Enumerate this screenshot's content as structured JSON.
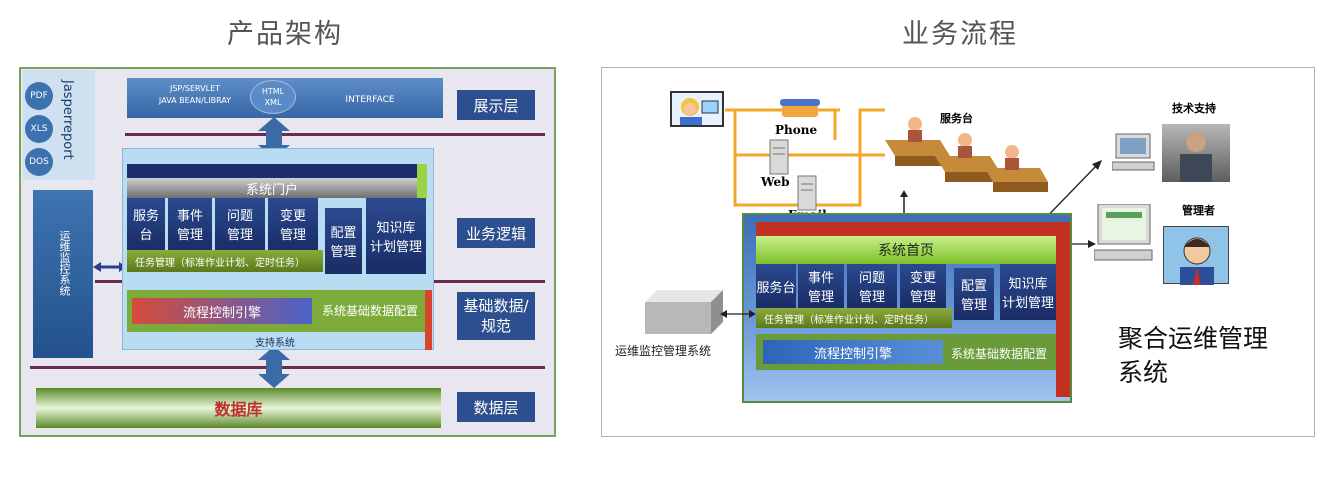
{
  "left": {
    "title": "产品架构",
    "jasper": {
      "label": "Jasperreport",
      "formats": [
        "PDF",
        "XLS",
        "DOS"
      ]
    },
    "ops_system": "运维监控系统",
    "interface": {
      "jsp": "JSP/SERVLET\nJAVA BEAN/LIBRAY",
      "html": "HTML\nXML",
      "label": "INTERFACE"
    },
    "portal": "系统门户",
    "modules": [
      "服务台",
      "事件\n管理",
      "问题\n管理",
      "变更\n管理"
    ],
    "config": "配置\n管理",
    "knowledge": "知识库\n计划管理",
    "task": "任务管理（标准作业计划、定时任务）",
    "flow_engine": "流程控制引擎",
    "base_config": "系统基础数据配置",
    "support": "支持系统",
    "database": "数据库",
    "layers": [
      "展示层",
      "业务逻辑",
      "基础数据/\n规范",
      "数据层"
    ]
  },
  "right": {
    "title": "业务流程",
    "phone": "Phone",
    "web": "Web",
    "email": "Email",
    "service_desk": "服务台",
    "tech_support": "技术支持",
    "manager": "管理者",
    "home": "系统首页",
    "modules": [
      "服务台",
      "事件\n管理",
      "问题\n管理",
      "变更\n管理"
    ],
    "config": "配置\n管理",
    "knowledge": "知识库\n计划管理",
    "task": "任务管理（标准作业计划、定时任务）",
    "flow_engine": "流程控制引擎",
    "base_config": "系统基础数据配置",
    "ops_system": "运维监控管理系统",
    "big_label": "聚合运维管理\n系统"
  }
}
